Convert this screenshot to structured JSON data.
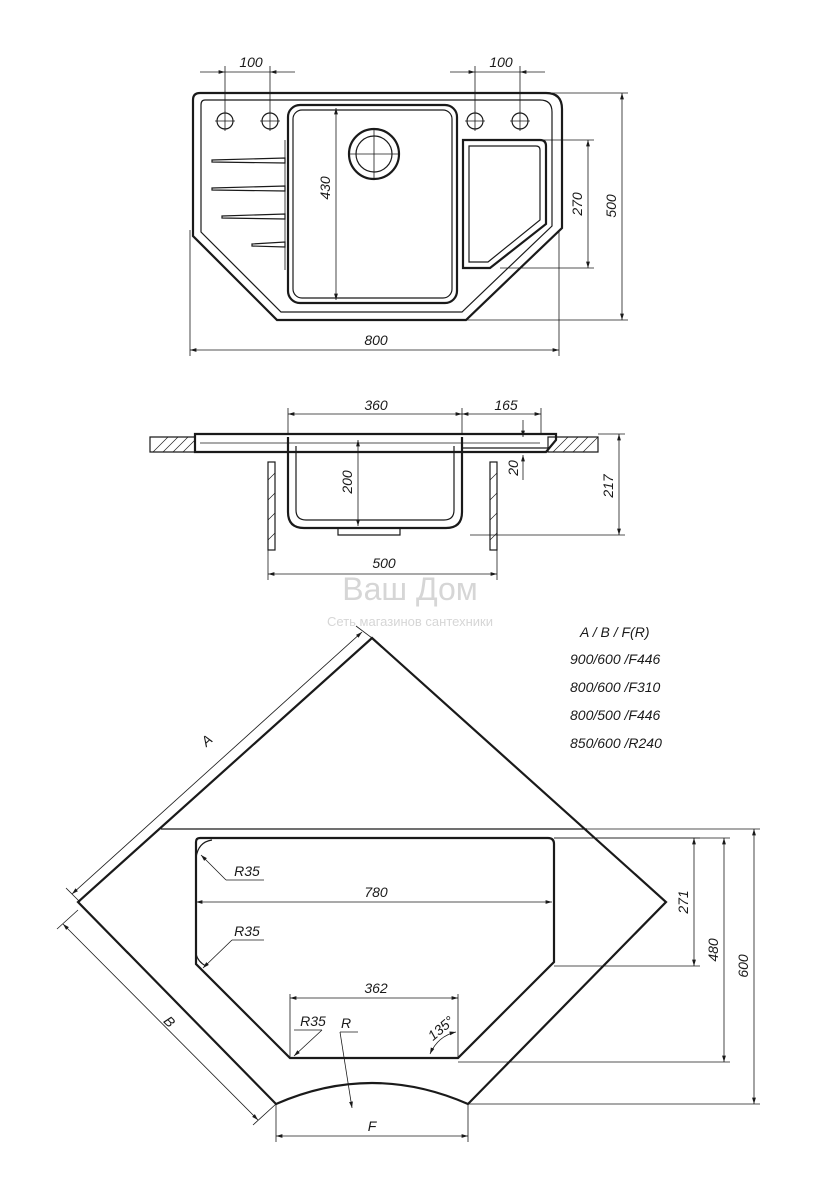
{
  "top_view": {
    "dims": {
      "hole_left": "100",
      "hole_right": "100",
      "bowl_depth": "430",
      "drainer_depth": "270",
      "overall_depth": "500",
      "overall_width": "800"
    }
  },
  "section_view": {
    "dims": {
      "bowl_width": "360",
      "drainer_width": "165",
      "bowl_depth": "200",
      "drainer_step": "20",
      "total_height": "217",
      "cutout_width": "500"
    }
  },
  "watermark": {
    "title": "Ваш Дом",
    "subtitle": "Сеть магазинов сантехники"
  },
  "table": {
    "header": "A / B / F(R)",
    "rows": [
      "900/600 /F446",
      "800/600 /F310",
      "800/500 /F446",
      "850/600 /R240"
    ]
  },
  "cabinet_view": {
    "labels": {
      "side_a": "A",
      "side_b": "B",
      "front": "F",
      "radius": "R",
      "angle": "135°"
    },
    "dims": {
      "r_top": "R35",
      "width": "780",
      "r_mid": "R35",
      "bottom_width": "362",
      "r_bottom": "R35",
      "d_271": "271",
      "d_480": "480",
      "d_600": "600"
    }
  }
}
